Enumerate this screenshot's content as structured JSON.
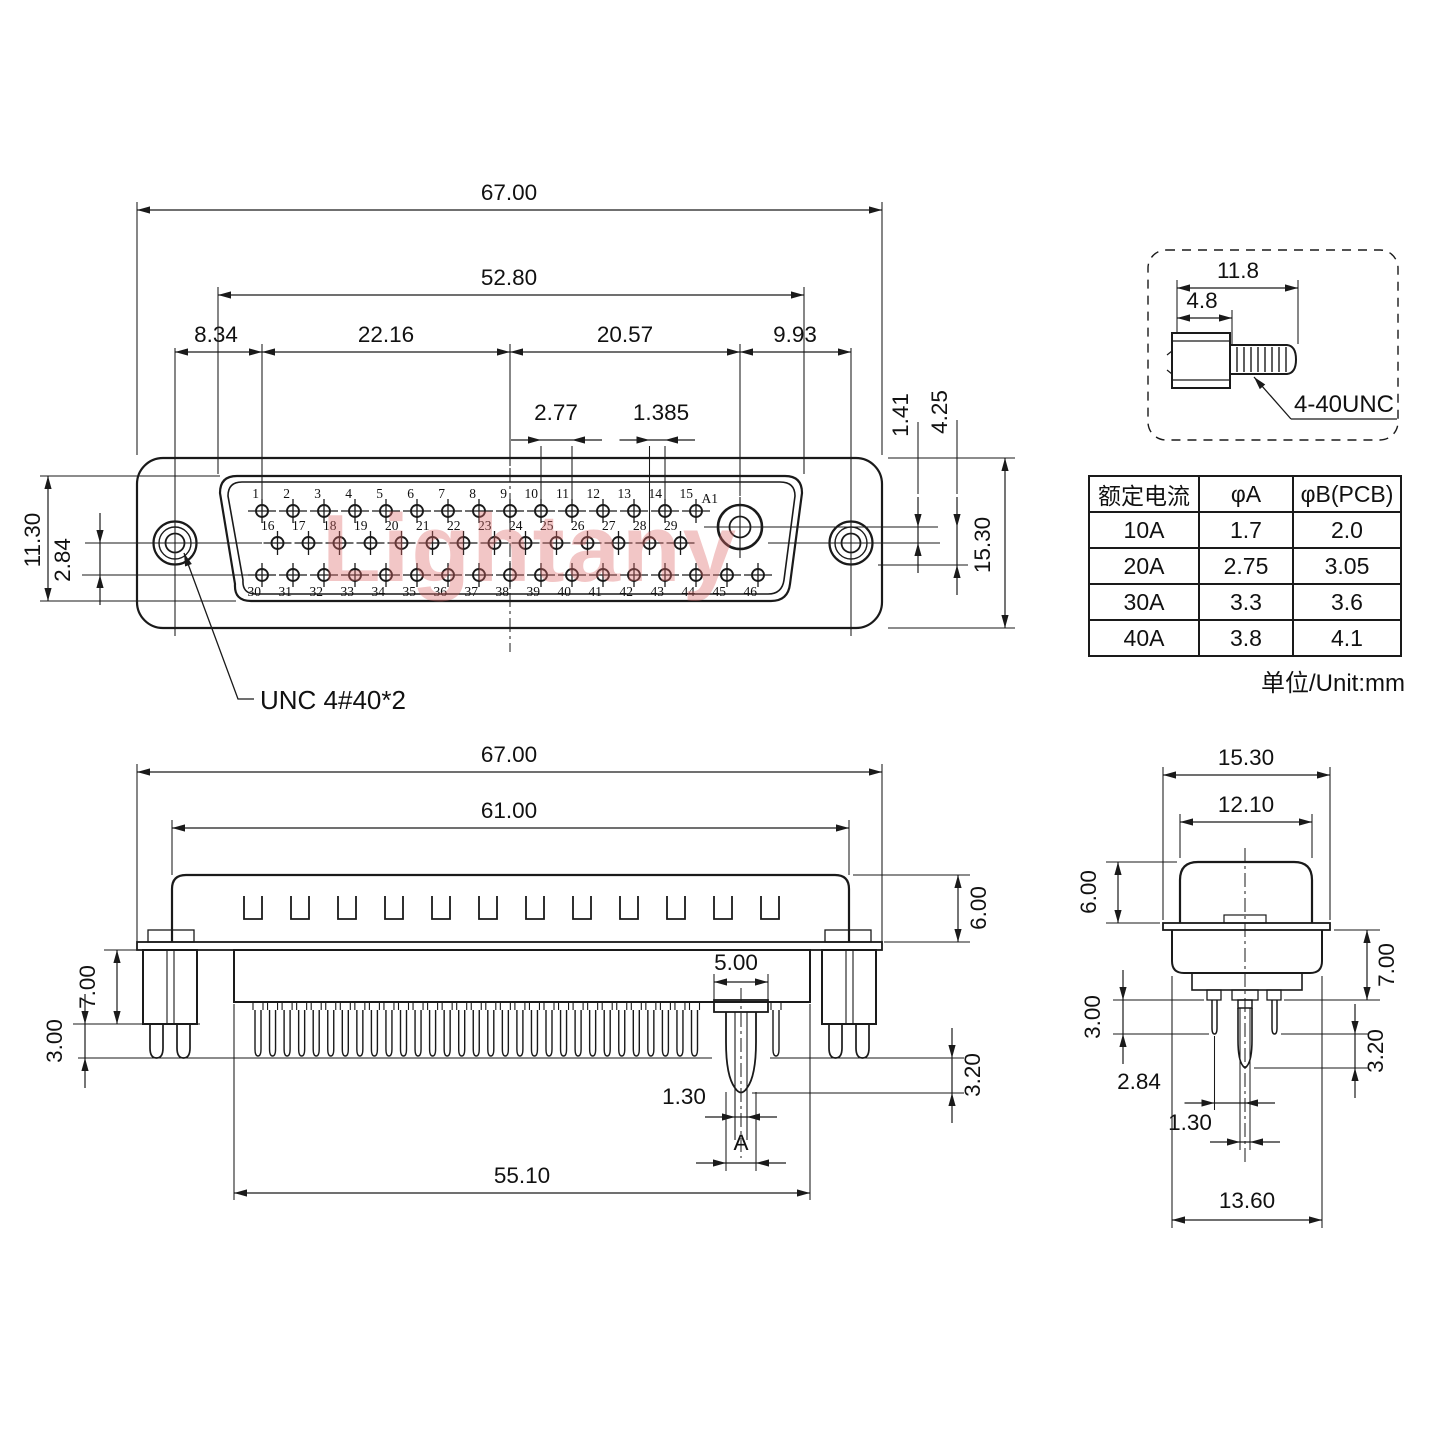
{
  "watermark": "Lightany",
  "colors": {
    "line": "#1a1a1a",
    "watermark_pink": "#de6868",
    "background": "#ffffff"
  },
  "top_view": {
    "thread_note": "UNC 4#40*2",
    "pin_labels_row1": [
      "1",
      "2",
      "3",
      "4",
      "5",
      "6",
      "7",
      "8",
      "9",
      "10",
      "11",
      "12",
      "13",
      "14",
      "15"
    ],
    "pin_label_a1": "A1",
    "pin_labels_row2": [
      "16",
      "17",
      "18",
      "19",
      "20",
      "21",
      "22",
      "23",
      "24",
      "25",
      "26",
      "27",
      "28",
      "29"
    ],
    "pin_labels_row3": [
      "30",
      "31",
      "32",
      "33",
      "34",
      "35",
      "36",
      "37",
      "38",
      "39",
      "40",
      "41",
      "42",
      "43",
      "44",
      "45",
      "46"
    ],
    "dims": {
      "overall_width": "67.00",
      "shell_width": "52.80",
      "hole_to_pin": "8.34",
      "row_span": "22.16",
      "pin_to_a1": "20.57",
      "a1_to_hole": "9.93",
      "pitch": "2.77",
      "row_offset": "1.385",
      "a1_drop": "1.41",
      "a1_to_row3": "4.25",
      "shell_height": "11.30",
      "hole_to_row3": "2.84",
      "flange_height": "15.30"
    }
  },
  "screw_detail": {
    "dims": {
      "overall_length": "11.8",
      "head_length": "4.8"
    },
    "thread_label": "4-40UNC"
  },
  "spec_table": {
    "headers": [
      "额定电流",
      "φA",
      "φB(PCB)"
    ],
    "rows": [
      [
        "10A",
        "1.7",
        "2.0"
      ],
      [
        "20A",
        "2.75",
        "3.05"
      ],
      [
        "30A",
        "3.3",
        "3.6"
      ],
      [
        "40A",
        "3.8",
        "4.1"
      ]
    ],
    "unit_note": "单位/Unit:mm"
  },
  "front_view": {
    "dims": {
      "overall_width": "67.00",
      "body_width": "61.00",
      "shell_height": "6.00",
      "flange_to_boss": "7.00",
      "boss_leg": "3.00",
      "big_pin_boss": "5.00",
      "lead_width": "1.30",
      "pin_diameter": "A",
      "insulator_width": "55.10",
      "big_pin_extension": "3.20"
    }
  },
  "side_view": {
    "dims": {
      "flange_width": "15.30",
      "shell_width": "12.10",
      "shell_height": "6.00",
      "flange_to_shoulder": "7.00",
      "pin_length": "3.00",
      "big_pin_extension": "3.20",
      "row_spacing": "2.84",
      "lead_width": "1.30",
      "body_width": "13.60"
    }
  }
}
